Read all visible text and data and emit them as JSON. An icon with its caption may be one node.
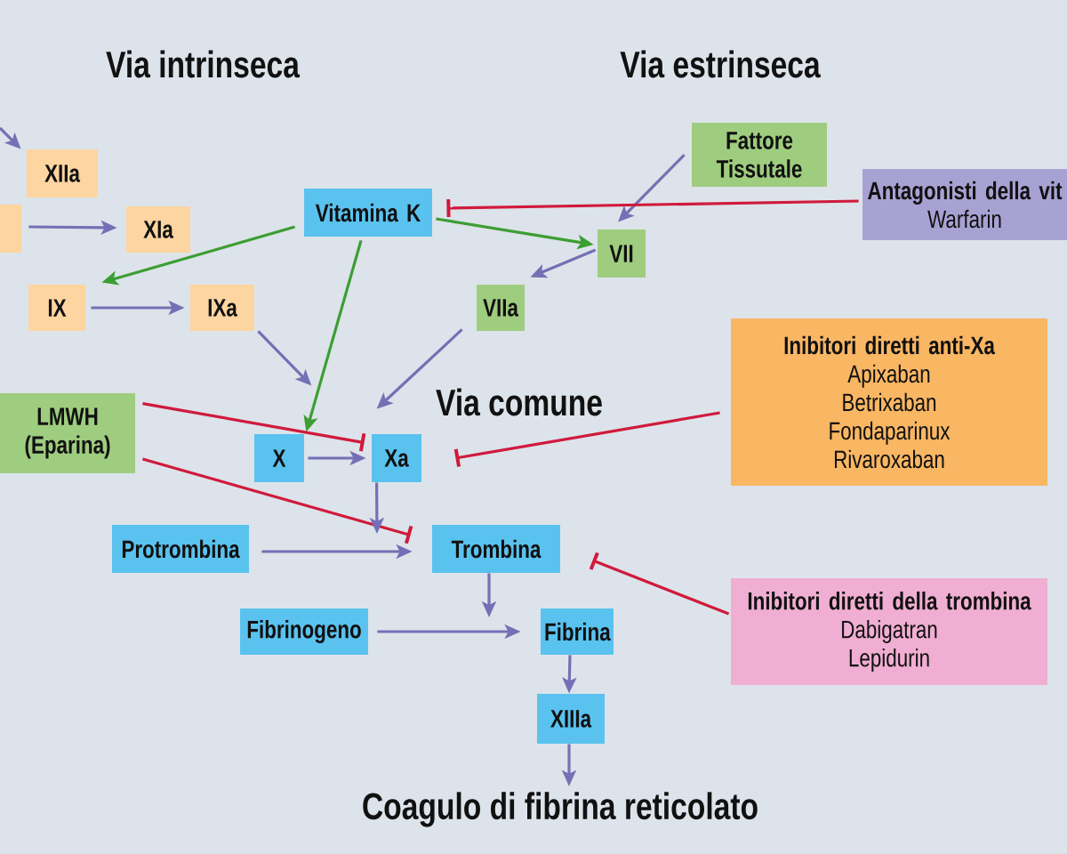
{
  "diagram": {
    "nodes": [
      {
        "text": [
          "XIIa"
        ]
      },
      {
        "text": [],
        "shape": "box"
      },
      {
        "text": [
          "XIa"
        ]
      },
      {
        "text": [
          "IX"
        ]
      },
      {
        "text": [
          "IXa"
        ]
      },
      {
        "text": [
          "Vitamina K"
        ]
      },
      {
        "text": [
          "Fattore Tissutale"
        ]
      },
      {
        "text": [
          "Antagonisti della vit",
          "Warfarin"
        ]
      },
      {
        "text": [
          "VII"
        ]
      },
      {
        "text": [
          "VIIa"
        ]
      },
      {
        "text": [
          "LMWH (Eparina)"
        ]
      },
      {
        "text": [
          "X"
        ]
      },
      {
        "text": [
          "Xa"
        ]
      },
      {
        "text": [
          "Inibitori diretti anti-Xa",
          "Apixaban",
          "Betrixaban",
          "Fondaparinux",
          "Rivaroxaban"
        ]
      },
      {
        "text": [
          "Protrombina"
        ]
      },
      {
        "text": [
          "Trombina"
        ]
      },
      {
        "text": [
          "Inibitori diretti della trombina",
          "Dabigatran",
          "Lepidurin"
        ]
      },
      {
        "text": [
          "Fibrinogeno"
        ]
      },
      {
        "text": [
          "Fibrina"
        ]
      },
      {
        "text": [
          "XIIIa"
        ]
      },
      {
        "text": [
          "Coagulo di fibrina reticolato"
        ]
      }
    ],
    "edges": [
      {
        "from": null,
        "to": 0,
        "arrow": "to"
      },
      {
        "from": 1,
        "to": 2,
        "arrow": "to"
      },
      {
        "from": 5,
        "to": 3,
        "arrow": "to",
        "color": "#3c9e32"
      },
      {
        "from": 3,
        "to": 4,
        "arrow": "to"
      },
      {
        "from": 5,
        "to": 11,
        "arrow": "to",
        "color": "#3c9e32"
      },
      {
        "from": 5,
        "to": 8,
        "arrow": "to",
        "color": "#3c9e32"
      },
      {
        "from": 6,
        "to": 8,
        "arrow": "to"
      },
      {
        "from": 7,
        "to": 5,
        "arrow": "other",
        "color": "#d01a3c"
      },
      {
        "from": 8,
        "to": 9,
        "arrow": "to"
      },
      {
        "from": 4,
        "to": 11,
        "arrow": "to"
      },
      {
        "from": 9,
        "to": 12,
        "arrow": "to"
      },
      {
        "from": 10,
        "to": 12,
        "arrow": "other",
        "color": "#d01a3c"
      },
      {
        "from": 10,
        "to": 15,
        "arrow": "other",
        "color": "#d01a3c"
      },
      {
        "from": 11,
        "to": 12,
        "arrow": "to"
      },
      {
        "from": 13,
        "to": 12,
        "arrow": "other",
        "color": "#d01a3c"
      },
      {
        "from": 12,
        "to": null,
        "arrow": "to"
      },
      {
        "from": 14,
        "to": 15,
        "arrow": "to"
      },
      {
        "from": 15,
        "to": null,
        "arrow": "to"
      },
      {
        "from": 16,
        "to": 15,
        "arrow": "other",
        "color": "#d01a3c"
      },
      {
        "from": 17,
        "to": 18,
        "arrow": "to"
      },
      {
        "from": 18,
        "to": 19,
        "arrow": "to"
      },
      {
        "from": 19,
        "to": 20,
        "arrow": "to"
      }
    ],
    "labels": [
      "Via intrinseca",
      "Via estrinseca",
      "Via comune"
    ]
  }
}
